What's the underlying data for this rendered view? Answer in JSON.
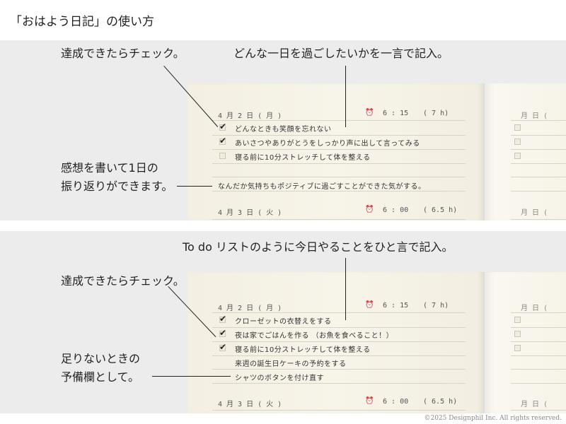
{
  "title": "「おはよう日記」の使い方",
  "panels": [
    {
      "annotations": {
        "check": "達成できたらチェック。",
        "top": "どんな一日を過ごしたいかを一言で記入。",
        "left_lines": [
          "感想を書いて1日の",
          "振り返りができます。"
        ]
      },
      "day1": {
        "date": "4 月 2 日 ( 月 )",
        "wake": "6 : 15",
        "sleep": "(    7 h)"
      },
      "tasks": [
        {
          "text": "どんなときも笑顔を忘れない",
          "checked": true
        },
        {
          "text": "あいさつやありがとうをしっかり声に出して言ってみる",
          "checked": true
        },
        {
          "text": "寝る前に10分ストレッチして体を整える",
          "checked": false
        }
      ],
      "note": "なんだか気持ちもポジティブに過ごすことができた気がする。",
      "day2": {
        "date": "4 月 3 日 ( 火 )",
        "wake": "6 : 00",
        "sleep": "(  6.5 h)"
      }
    },
    {
      "annotations": {
        "top": "To do リストのように今日やることをひと言で記入。",
        "check": "達成できたらチェック。",
        "left_lines": [
          "足りないときの",
          "予備欄として。"
        ]
      },
      "day1": {
        "date": "4 月 2 日 ( 月 )",
        "wake": "6 : 15",
        "sleep": "(    7 h)"
      },
      "tasks": [
        {
          "text": "クローゼットの衣替えをする",
          "checked": true
        },
        {
          "text": "夜は家でごはんを作る （お魚を食べること！）",
          "checked": true
        },
        {
          "text": "寝る前に10分ストレッチして体を整える",
          "checked": true
        }
      ],
      "extra": [
        "来週の誕生日ケーキの予約をする",
        "シャツのボタンを付け直す"
      ],
      "day2": {
        "date": "4 月 3 日 ( 火 )",
        "wake": "6 : 00",
        "sleep": "(  6.5 h)"
      }
    }
  ],
  "right_page": {
    "date": "月     日 (",
    "checkboxes": 3
  },
  "copyright": "©2025 Designphil Inc. All rights reserved."
}
